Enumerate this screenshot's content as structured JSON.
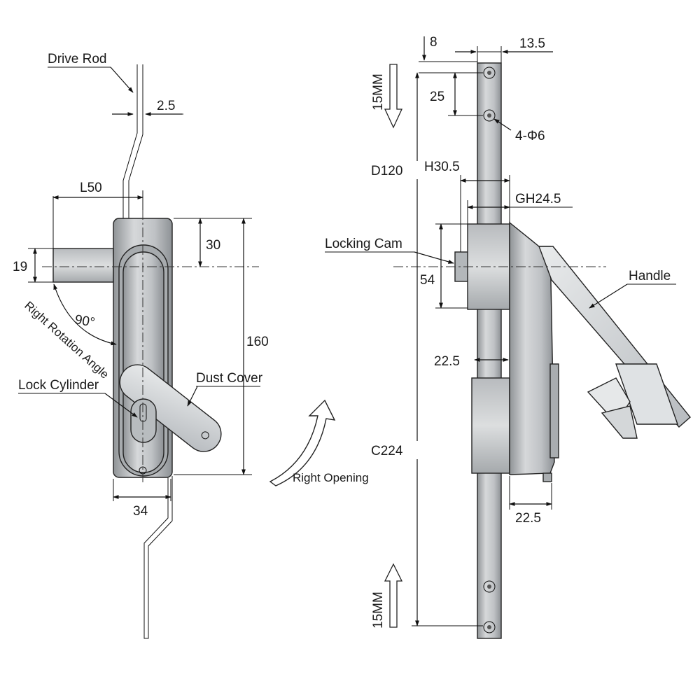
{
  "front_view": {
    "drive_rod_label": "Drive Rod",
    "rod_thickness": "2.5",
    "width_L": "L50",
    "cam_height": "19",
    "rotation_angle": "90°",
    "rotation_label": "Right Rotation Angle",
    "lock_cylinder_label": "Lock Cylinder",
    "dust_cover_label": "Dust Cover",
    "top_to_axis": "30",
    "total_height": "160",
    "body_width": "34",
    "opening_label": "Right Opening"
  },
  "side_view": {
    "hole_offset": "8",
    "bar_width": "13.5",
    "hole_spacing": "25",
    "holes": "4-Φ6",
    "travel_top": "15MM",
    "travel_bottom": "15MM",
    "dim_D": "D120",
    "dim_H": "H30.5",
    "dim_GH": "GH24.5",
    "locking_cam_label": "Locking Cam",
    "handle_label": "Handle",
    "cam_span": "54",
    "depth_upper": "22.5",
    "depth_lower": "22.5",
    "dim_C": "C224"
  },
  "colors": {
    "metal": "#c9cbcd",
    "metal_dark": "#9fa3a7",
    "line": "#222222"
  }
}
